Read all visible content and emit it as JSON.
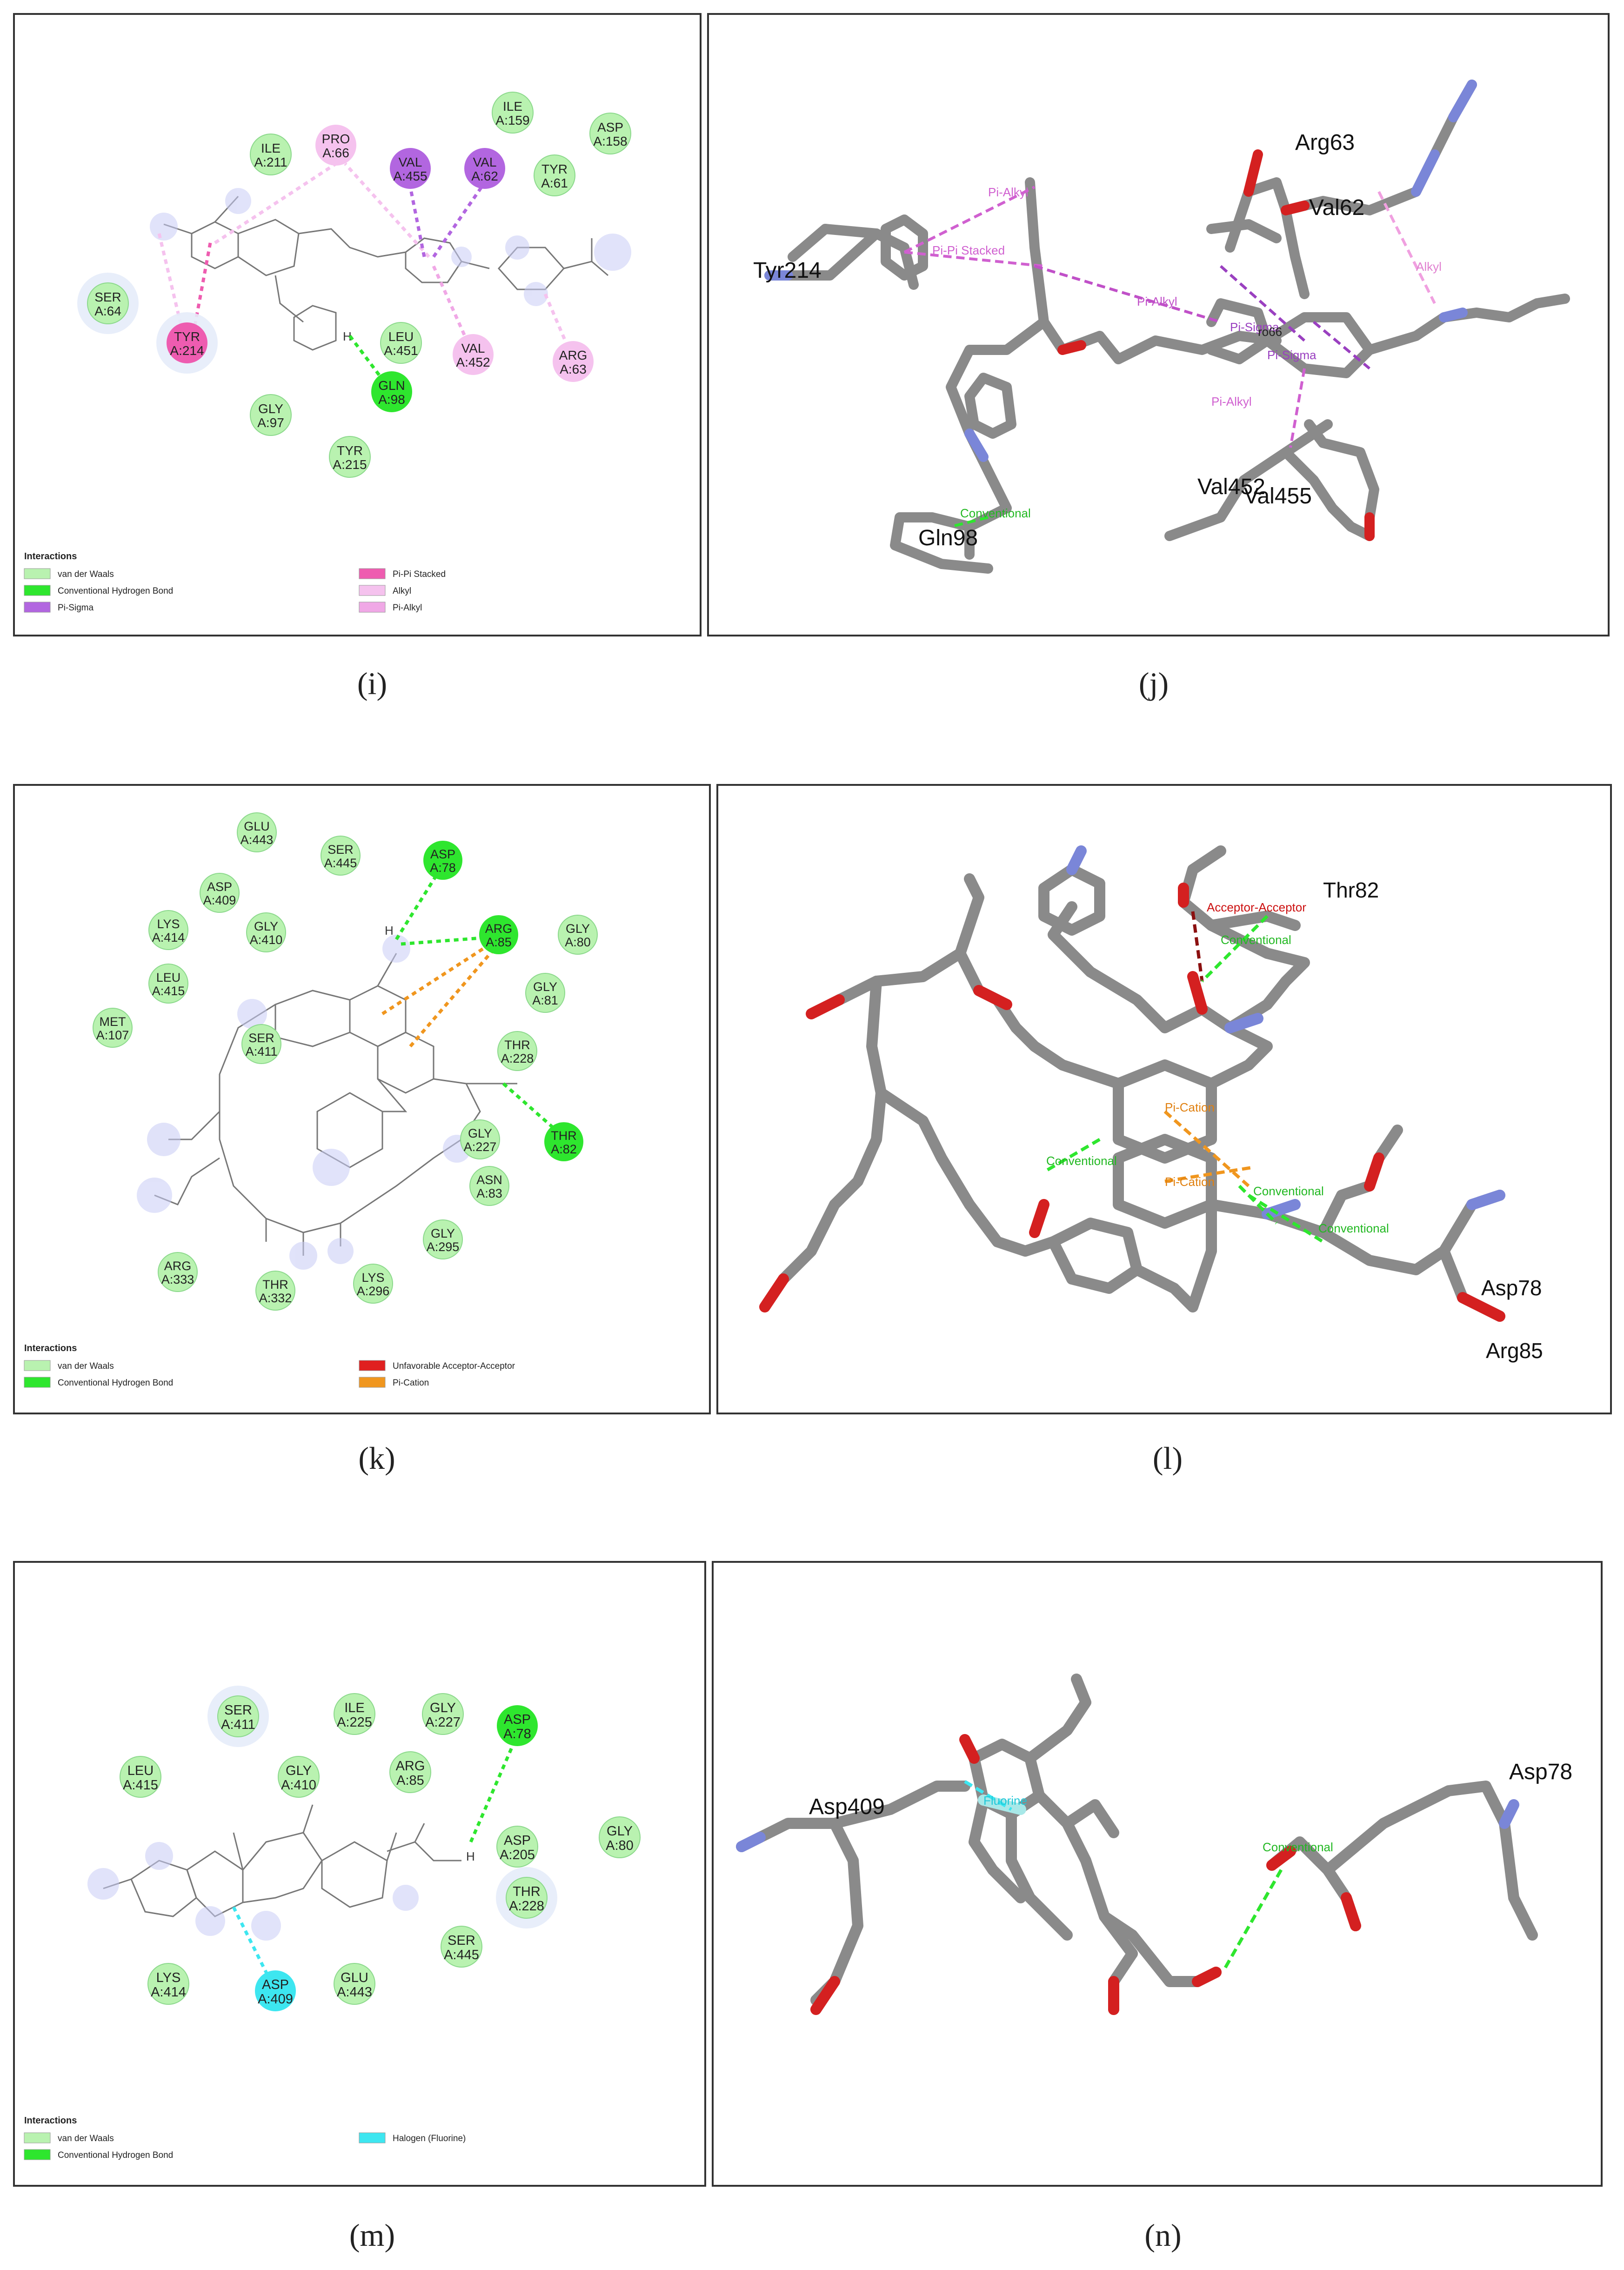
{
  "colors": {
    "vdw": "#b9f2b0",
    "vdw_stroke": "#8cd98c",
    "hbond": "#2ee62e",
    "pisigma": "#b266e0",
    "pipi": "#ee5cb0",
    "alkyl": "#f5c2ee",
    "pialkyl": "#f0a8e6",
    "unfav": "#e02020",
    "pication": "#f0961e",
    "halogen": "#3de6f0",
    "bond": "#777777",
    "stick": "#8a8a8a",
    "oxygen": "#d42020",
    "nitrogen": "#7a86d8",
    "hydrogen": "#e8e8e8"
  },
  "captions": {
    "i": "(i)",
    "j": "(j)",
    "k": "(k)",
    "l": "(l)",
    "m": "(m)",
    "n": "(n)"
  },
  "i": {
    "residues": [
      {
        "l1": "SER",
        "l2": "A:64",
        "kind": "vdw"
      },
      {
        "l1": "TYR",
        "l2": "A:214",
        "kind": "pipi"
      },
      {
        "l1": "ILE",
        "l2": "A:211",
        "kind": "vdw"
      },
      {
        "l1": "PRO",
        "l2": "A:66",
        "kind": "alkyl"
      },
      {
        "l1": "VAL",
        "l2": "A:455",
        "kind": "pisigma"
      },
      {
        "l1": "VAL",
        "l2": "A:62",
        "kind": "pisigma"
      },
      {
        "l1": "ILE",
        "l2": "A:159",
        "kind": "vdw"
      },
      {
        "l1": "ASP",
        "l2": "A:158",
        "kind": "vdw"
      },
      {
        "l1": "TYR",
        "l2": "A:61",
        "kind": "vdw"
      },
      {
        "l1": "LEU",
        "l2": "A:451",
        "kind": "vdw"
      },
      {
        "l1": "GLN",
        "l2": "A:98",
        "kind": "hbond"
      },
      {
        "l1": "VAL",
        "l2": "A:452",
        "kind": "alkyl"
      },
      {
        "l1": "ARG",
        "l2": "A:63",
        "kind": "alkyl"
      },
      {
        "l1": "GLY",
        "l2": "A:97",
        "kind": "vdw"
      },
      {
        "l1": "TYR",
        "l2": "A:215",
        "kind": "vdw"
      }
    ],
    "atom_h": "H",
    "legend_title": "Interactions",
    "legend": [
      {
        "label": "van der Waals",
        "kind": "vdw"
      },
      {
        "label": "Conventional Hydrogen Bond",
        "kind": "hbond"
      },
      {
        "label": "Pi-Sigma",
        "kind": "pisigma"
      },
      {
        "label": "Pi-Pi Stacked",
        "kind": "pipi"
      },
      {
        "label": "Alkyl",
        "kind": "alkyl"
      },
      {
        "label": "Pi-Alkyl",
        "kind": "pialkyl"
      }
    ]
  },
  "j": {
    "residue_labels": [
      "Tyr214",
      "Arg63",
      "Val62",
      "Val452",
      "Val455",
      "Gln98"
    ],
    "interaction_labels": [
      "Pi-Alkyl",
      "Pi-Pi Stacked",
      "Pi-Alkyl",
      "Pi-Sigma",
      "Pi-Sigma",
      "Pi-Alkyl",
      "Alkyl",
      "Conventional",
      "ro66"
    ]
  },
  "k": {
    "residues": [
      {
        "l1": "GLU",
        "l2": "A:443",
        "kind": "vdw"
      },
      {
        "l1": "SER",
        "l2": "A:445",
        "kind": "vdw"
      },
      {
        "l1": "ASP",
        "l2": "A:78",
        "kind": "hbond"
      },
      {
        "l1": "ASP",
        "l2": "A:409",
        "kind": "vdw"
      },
      {
        "l1": "LYS",
        "l2": "A:414",
        "kind": "vdw"
      },
      {
        "l1": "GLY",
        "l2": "A:410",
        "kind": "vdw"
      },
      {
        "l1": "ARG",
        "l2": "A:85",
        "kind": "hbond"
      },
      {
        "l1": "GLY",
        "l2": "A:80",
        "kind": "vdw"
      },
      {
        "l1": "LEU",
        "l2": "A:415",
        "kind": "vdw"
      },
      {
        "l1": "GLY",
        "l2": "A:81",
        "kind": "vdw"
      },
      {
        "l1": "MET",
        "l2": "A:107",
        "kind": "vdw"
      },
      {
        "l1": "SER",
        "l2": "A:411",
        "kind": "vdw"
      },
      {
        "l1": "THR",
        "l2": "A:228",
        "kind": "vdw"
      },
      {
        "l1": "THR",
        "l2": "A:82",
        "kind": "hbond"
      },
      {
        "l1": "GLY",
        "l2": "A:227",
        "kind": "vdw"
      },
      {
        "l1": "ASN",
        "l2": "A:83",
        "kind": "vdw"
      },
      {
        "l1": "GLY",
        "l2": "A:295",
        "kind": "vdw"
      },
      {
        "l1": "ARG",
        "l2": "A:333",
        "kind": "vdw"
      },
      {
        "l1": "THR",
        "l2": "A:332",
        "kind": "vdw"
      },
      {
        "l1": "LYS",
        "l2": "A:296",
        "kind": "vdw"
      }
    ],
    "atom_h": "H",
    "legend_title": "Interactions",
    "legend": [
      {
        "label": "van der Waals",
        "kind": "vdw"
      },
      {
        "label": "Conventional Hydrogen Bond",
        "kind": "hbond"
      },
      {
        "label": "Unfavorable Acceptor-Acceptor",
        "kind": "unfav"
      },
      {
        "label": "Pi-Cation",
        "kind": "pication"
      }
    ]
  },
  "l": {
    "residue_labels": [
      "Thr82",
      "Asp78",
      "Arg85"
    ],
    "interaction_labels": [
      "Acceptor-Acceptor",
      "Conventional",
      "Conventional",
      "Pi-Cation",
      "Pi-Cation",
      "Conventional",
      "Conventional"
    ]
  },
  "m": {
    "residues": [
      {
        "l1": "SER",
        "l2": "A:411",
        "kind": "vdw"
      },
      {
        "l1": "ILE",
        "l2": "A:225",
        "kind": "vdw"
      },
      {
        "l1": "GLY",
        "l2": "A:227",
        "kind": "vdw"
      },
      {
        "l1": "LEU",
        "l2": "A:415",
        "kind": "vdw"
      },
      {
        "l1": "GLY",
        "l2": "A:410",
        "kind": "vdw"
      },
      {
        "l1": "ARG",
        "l2": "A:85",
        "kind": "vdw"
      },
      {
        "l1": "ASP",
        "l2": "A:78",
        "kind": "hbond"
      },
      {
        "l1": "ASP",
        "l2": "A:205",
        "kind": "vdw"
      },
      {
        "l1": "GLY",
        "l2": "A:80",
        "kind": "vdw"
      },
      {
        "l1": "THR",
        "l2": "A:228",
        "kind": "vdw"
      },
      {
        "l1": "LYS",
        "l2": "A:414",
        "kind": "vdw"
      },
      {
        "l1": "GLU",
        "l2": "A:443",
        "kind": "vdw"
      },
      {
        "l1": "SER",
        "l2": "A:445",
        "kind": "vdw"
      },
      {
        "l1": "ASP",
        "l2": "A:409",
        "kind": "halogen"
      }
    ],
    "atom_h": "H",
    "legend_title": "Interactions",
    "legend": [
      {
        "label": "van der Waals",
        "kind": "vdw"
      },
      {
        "label": "Conventional Hydrogen Bond",
        "kind": "hbond"
      },
      {
        "label": "Halogen (Fluorine)",
        "kind": "halogen"
      }
    ]
  },
  "n": {
    "residue_labels": [
      "Asp409",
      "Asp78"
    ],
    "interaction_labels": [
      "Fluorine",
      "Conventional"
    ]
  }
}
